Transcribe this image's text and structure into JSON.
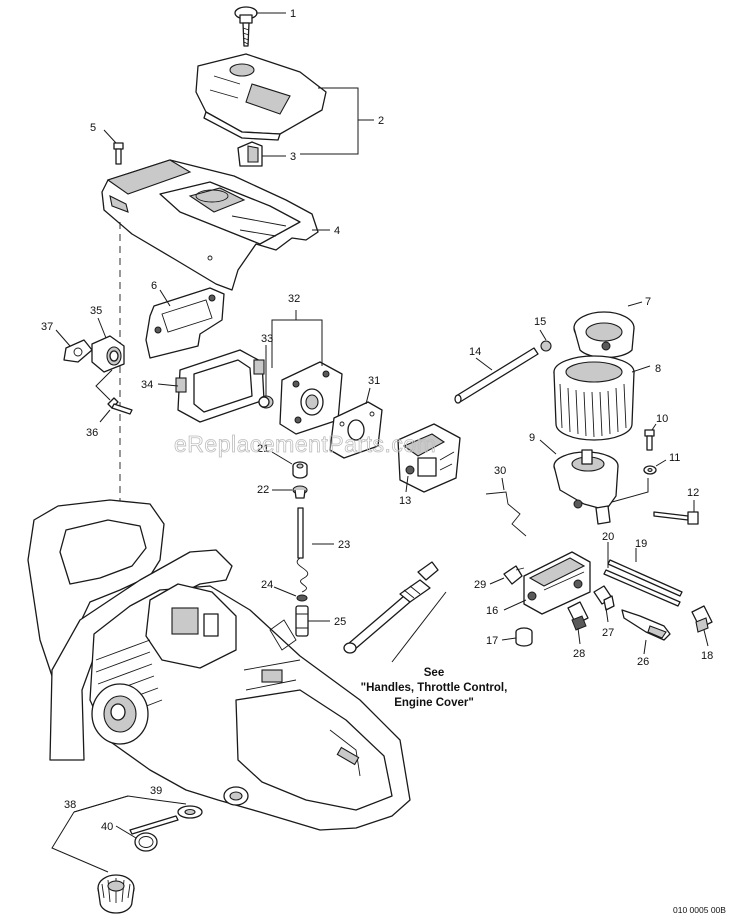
{
  "watermark": "eReplacementParts.com",
  "drawing_code": "010 0005 00B",
  "note": [
    "See",
    "\"Handles, Throttle Control,",
    "Engine Cover\""
  ],
  "callouts": {
    "c1": "1",
    "c2": "2",
    "c3": "3",
    "c4": "4",
    "c5": "5",
    "c6": "6",
    "c7": "7",
    "c8": "8",
    "c9": "9",
    "c10": "10",
    "c11": "11",
    "c12": "12",
    "c13": "13",
    "c14": "14",
    "c15": "15",
    "c16": "16",
    "c17": "17",
    "c18": "18",
    "c19": "19",
    "c20": "20",
    "c21": "21",
    "c22": "22",
    "c23": "23",
    "c24": "24",
    "c25": "25",
    "c26": "26",
    "c27": "27",
    "c28": "28",
    "c29": "29",
    "c30": "30",
    "c31": "31",
    "c32": "32",
    "c33": "33",
    "c34": "34",
    "c35": "35",
    "c36": "36",
    "c37": "37",
    "c38": "38",
    "c39": "39",
    "c40": "40"
  }
}
